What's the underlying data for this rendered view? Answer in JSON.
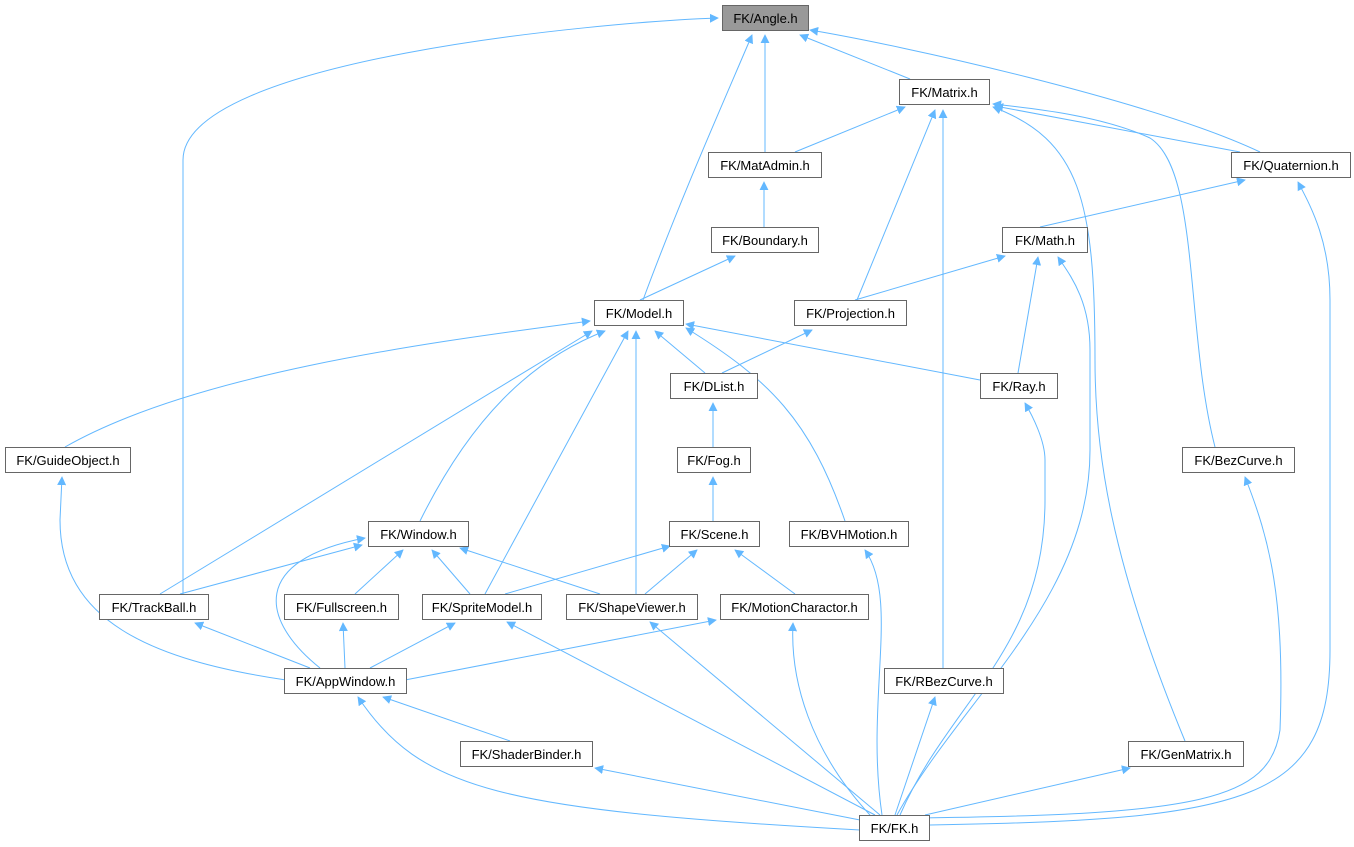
{
  "colors": {
    "edge": "#63b8ff",
    "root_fill": "#999999",
    "node_border": "#666666"
  },
  "nodes": {
    "angle": "FK/Angle.h",
    "matrix": "FK/Matrix.h",
    "matadmin": "FK/MatAdmin.h",
    "quaternion": "FK/Quaternion.h",
    "boundary": "FK/Boundary.h",
    "math": "FK/Math.h",
    "model": "FK/Model.h",
    "projection": "FK/Projection.h",
    "dlist": "FK/DList.h",
    "ray": "FK/Ray.h",
    "guideobject": "FK/GuideObject.h",
    "fog": "FK/Fog.h",
    "bezcurve": "FK/BezCurve.h",
    "window": "FK/Window.h",
    "scene": "FK/Scene.h",
    "bvhmotion": "FK/BVHMotion.h",
    "trackball": "FK/TrackBall.h",
    "fullscreen": "FK/Fullscreen.h",
    "spritemodel": "FK/SpriteModel.h",
    "shapeviewer": "FK/ShapeViewer.h",
    "motioncharactor": "FK/MotionCharactor.h",
    "appwindow": "FK/AppWindow.h",
    "rbezcurve": "FK/RBezCurve.h",
    "shaderbinder": "FK/ShaderBinder.h",
    "genmatrix": "FK/GenMatrix.h",
    "fk": "FK/FK.h"
  },
  "edges": [
    [
      "trackball",
      "angle"
    ],
    [
      "model",
      "angle"
    ],
    [
      "matadmin",
      "angle"
    ],
    [
      "matrix",
      "angle"
    ],
    [
      "quaternion",
      "angle"
    ],
    [
      "matadmin",
      "matrix"
    ],
    [
      "projection",
      "matrix"
    ],
    [
      "rbezcurve",
      "matrix"
    ],
    [
      "quaternion",
      "matrix"
    ],
    [
      "genmatrix",
      "matrix"
    ],
    [
      "bezcurve",
      "matrix"
    ],
    [
      "boundary",
      "matadmin"
    ],
    [
      "math",
      "quaternion"
    ],
    [
      "fk",
      "quaternion"
    ],
    [
      "model",
      "boundary"
    ],
    [
      "projection",
      "math"
    ],
    [
      "ray",
      "math"
    ],
    [
      "fk",
      "math"
    ],
    [
      "dlist",
      "projection"
    ],
    [
      "dlist",
      "model"
    ],
    [
      "ray",
      "model"
    ],
    [
      "guideobject",
      "model"
    ],
    [
      "trackball",
      "model"
    ],
    [
      "window",
      "model"
    ],
    [
      "spritemodel",
      "model"
    ],
    [
      "shapeviewer",
      "model"
    ],
    [
      "bvhmotion",
      "model"
    ],
    [
      "fk",
      "ray"
    ],
    [
      "fog",
      "dlist"
    ],
    [
      "scene",
      "fog"
    ],
    [
      "spritemodel",
      "scene"
    ],
    [
      "shapeviewer",
      "scene"
    ],
    [
      "motioncharactor",
      "scene"
    ],
    [
      "fk",
      "bezcurve"
    ],
    [
      "appwindow",
      "guideobject"
    ],
    [
      "trackball",
      "window"
    ],
    [
      "fullscreen",
      "window"
    ],
    [
      "spritemodel",
      "window"
    ],
    [
      "shapeviewer",
      "window"
    ],
    [
      "appwindow",
      "window"
    ],
    [
      "fk",
      "bvhmotion"
    ],
    [
      "appwindow",
      "trackball"
    ],
    [
      "appwindow",
      "fullscreen"
    ],
    [
      "appwindow",
      "spritemodel"
    ],
    [
      "appwindow",
      "motioncharactor"
    ],
    [
      "fk",
      "spritemodel"
    ],
    [
      "fk",
      "shapeviewer"
    ],
    [
      "fk",
      "motioncharactor"
    ],
    [
      "fk",
      "rbezcurve"
    ],
    [
      "fk",
      "appwindow"
    ],
    [
      "shaderbinder",
      "appwindow"
    ],
    [
      "fk",
      "shaderbinder"
    ],
    [
      "fk",
      "genmatrix"
    ]
  ]
}
